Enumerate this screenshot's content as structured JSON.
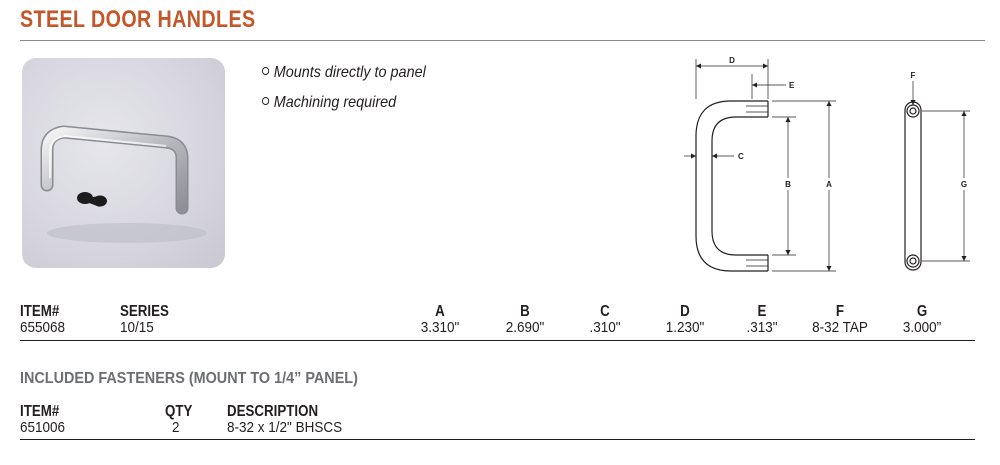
{
  "title": "STEEL DOOR HANDLES",
  "features": [
    "Mounts directly to panel",
    "Machining required"
  ],
  "drawing_labels": {
    "a": "A",
    "b": "B",
    "c": "C",
    "d": "D",
    "e": "E",
    "f": "F",
    "g": "G"
  },
  "specs": {
    "headers": {
      "item": "ITEM#",
      "series": "SERIES",
      "a": "A",
      "b": "B",
      "c": "C",
      "d": "D",
      "e": "E",
      "f": "F",
      "g": "G"
    },
    "row": {
      "item": "655068",
      "series": "10/15",
      "a": "3.310\"",
      "b": "2.690\"",
      "c": ".310\"",
      "d": "1.230\"",
      "e": ".313\"",
      "f": "8-32 TAP",
      "g": "3.000”"
    }
  },
  "fasteners": {
    "title": "INCLUDED FASTENERS (MOUNT TO 1/4” PANEL)",
    "headers": {
      "item": "ITEM#",
      "qty": "QTY",
      "description": "DESCRIPTION"
    },
    "row": {
      "item": "651006",
      "qty": "2",
      "description": "8-32 x 1/2\" BHSCS"
    }
  }
}
